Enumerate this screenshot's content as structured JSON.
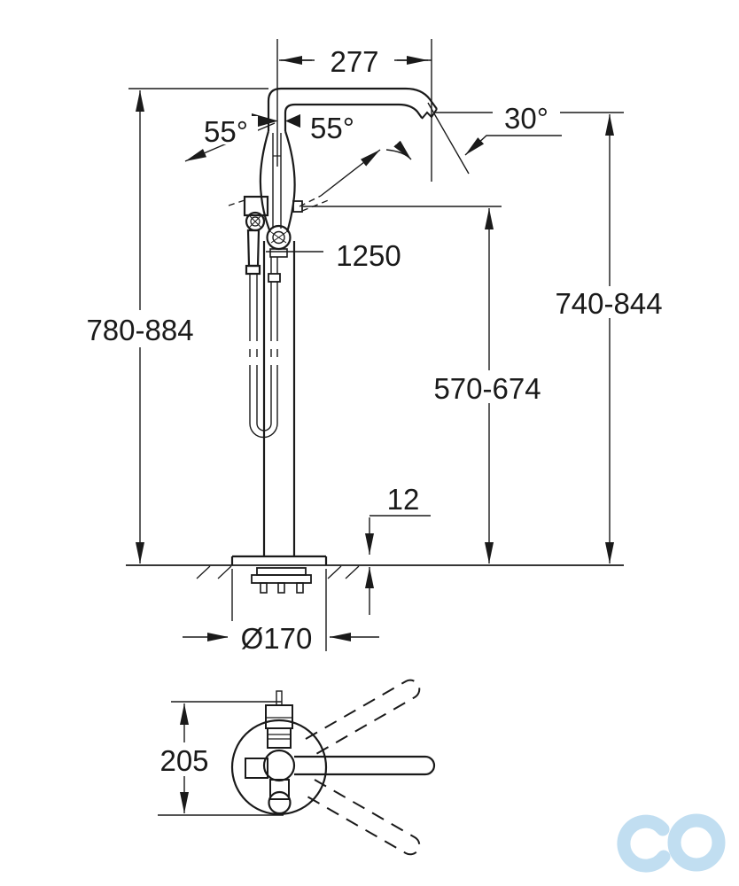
{
  "drawing": {
    "front_view": {
      "spout_reach": "277",
      "swivel_left_angle": "55°",
      "swivel_right_angle": "55°",
      "spout_angle": "30°",
      "hose_length": "1250",
      "total_height_range": "780-884",
      "spout_height_range": "740-844",
      "handshower_height_range": "570-674",
      "base_plate_thickness": "12",
      "base_plate_diameter": "Ø170"
    },
    "plan_view": {
      "spout_depth": "205"
    },
    "colors": {
      "line": "#1a1a1a",
      "background": "#ffffff",
      "watermark": "#c1def1"
    }
  }
}
